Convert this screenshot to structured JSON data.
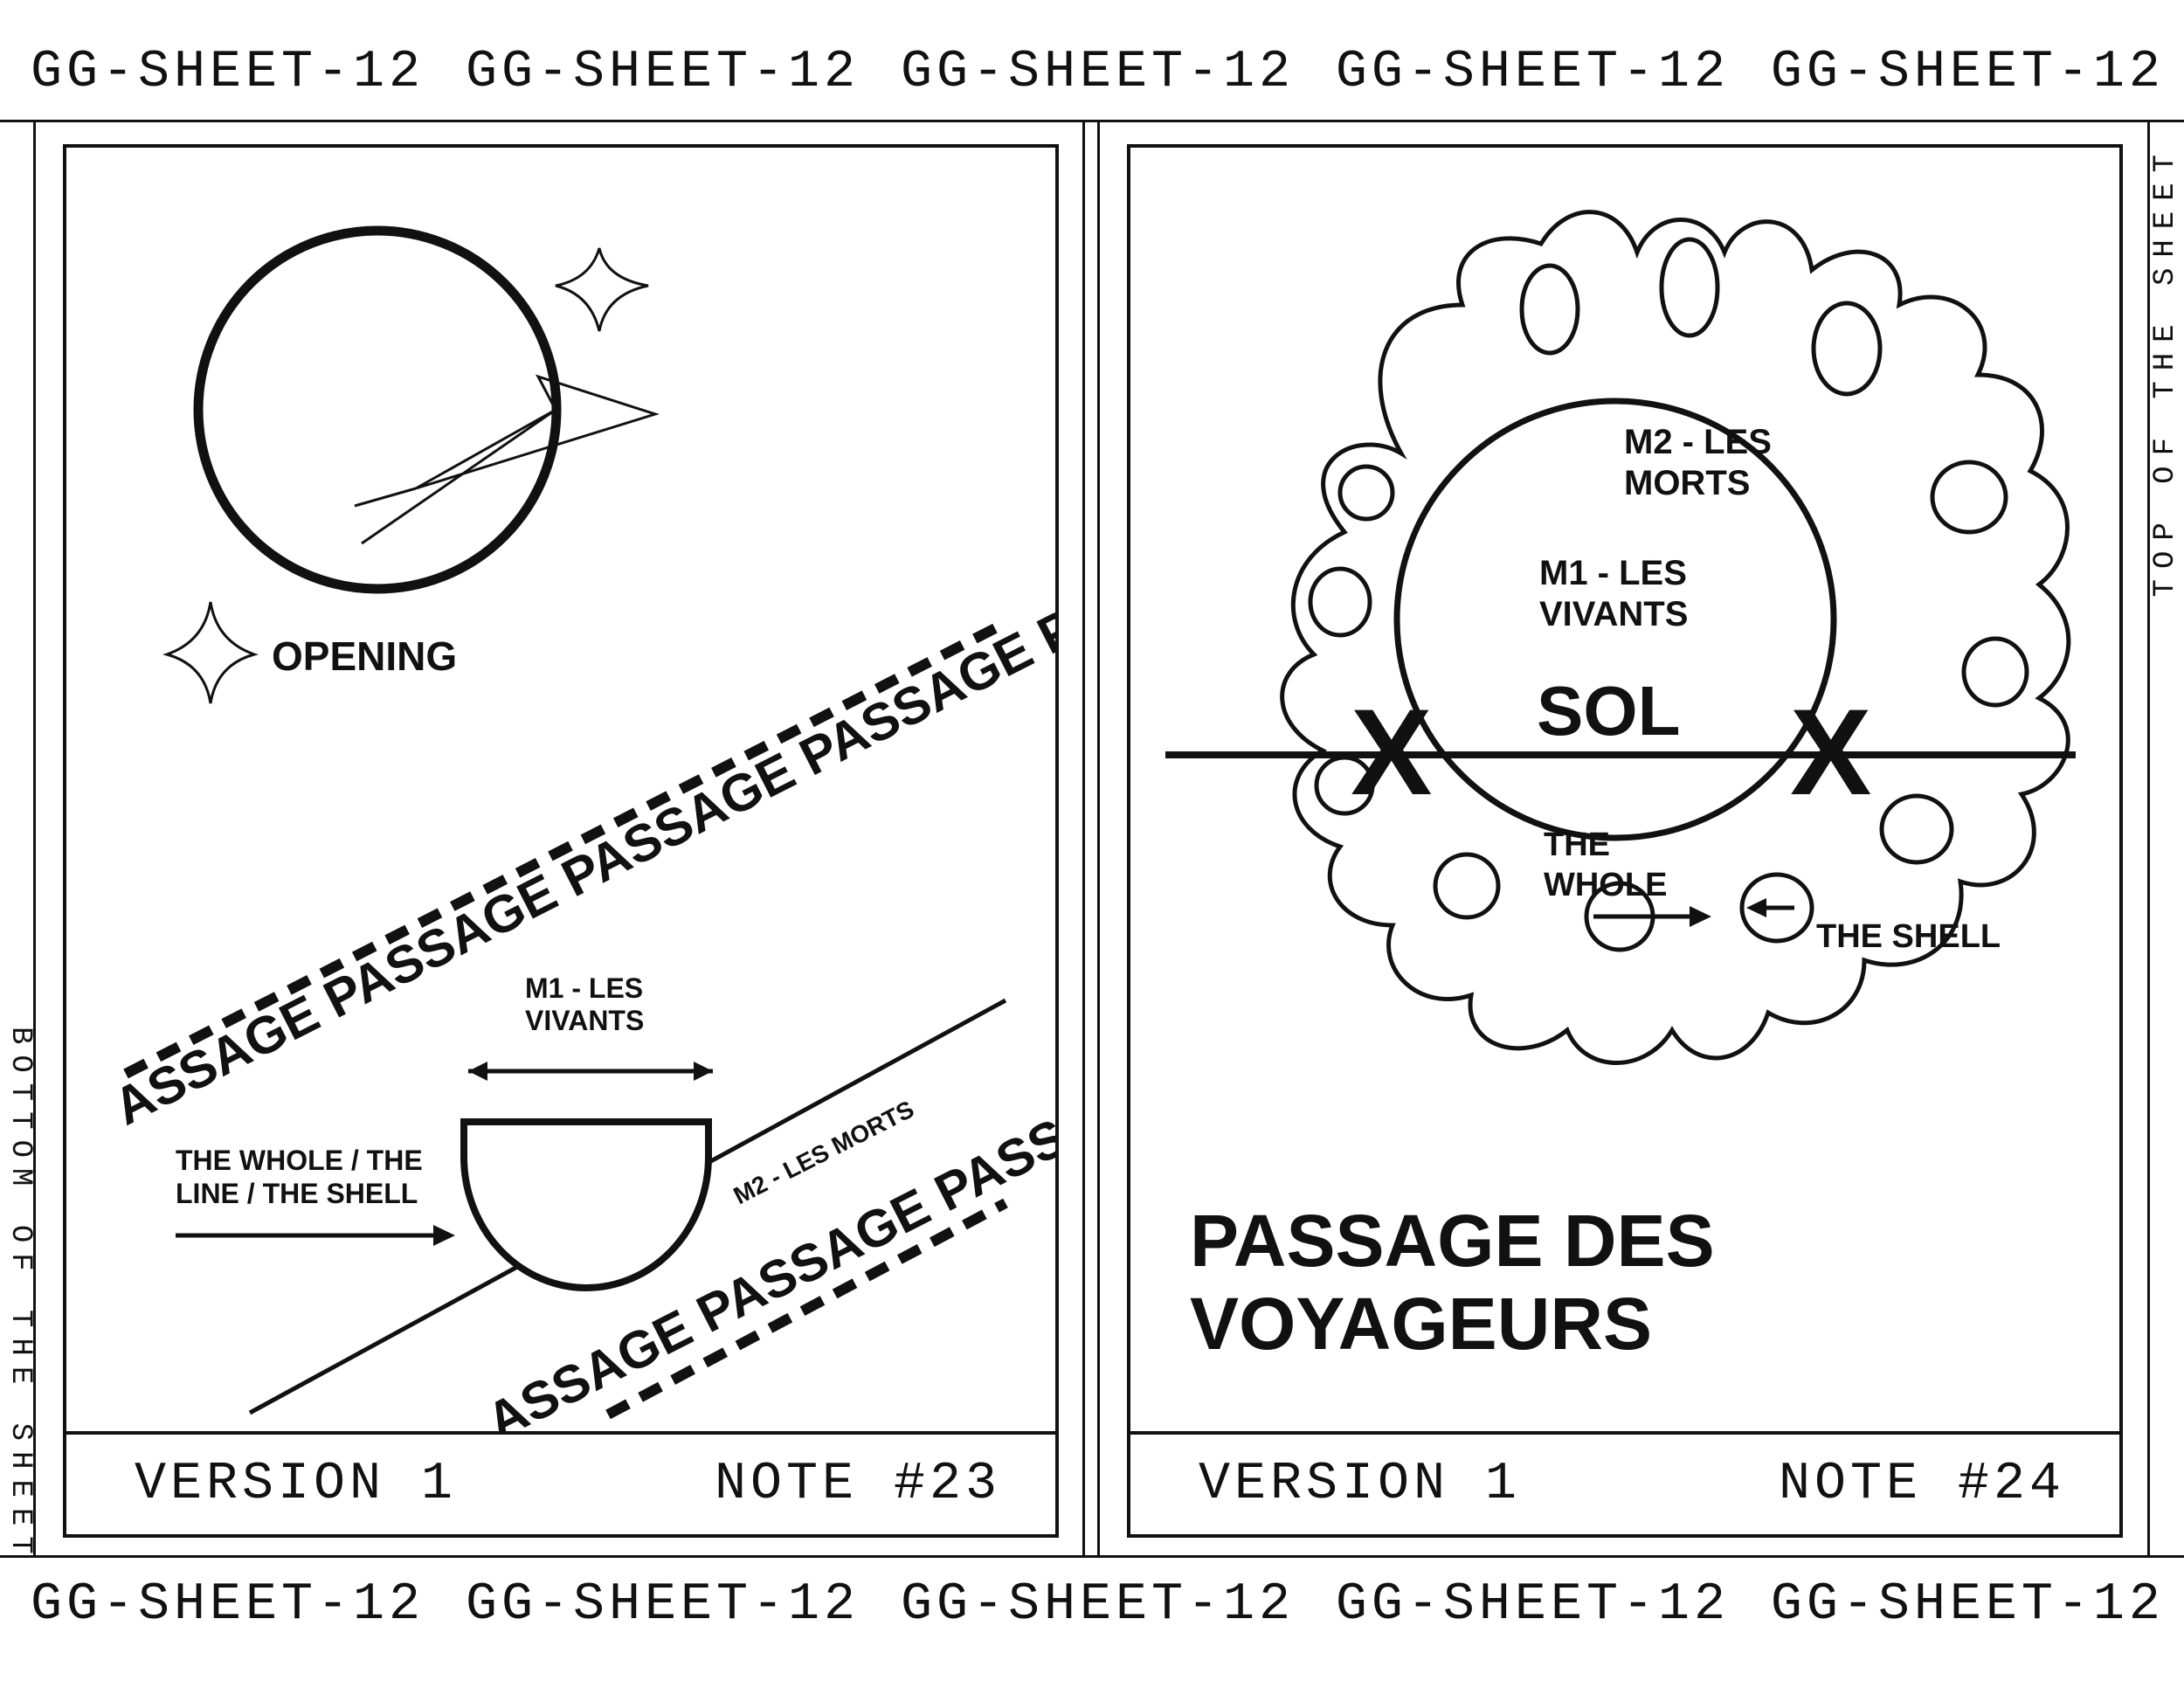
{
  "sheet": {
    "header_repeats": [
      "GG-SHEET-12",
      "GG-SHEET-12",
      "GG-SHEET-12",
      "GG-SHEET-12",
      "GG-SHEET-12"
    ],
    "footer_repeats": [
      "GG-SHEET-12",
      "GG-SHEET-12",
      "GG-SHEET-12",
      "GG-SHEET-12",
      "GG-SHEET-12"
    ],
    "left_edge": "BOTTOM OF THE SHEET",
    "right_edge": "TOP OF THE SHEET"
  },
  "left_panel": {
    "opening_label": "OPENING",
    "passage_band_upper": "ASSAGE PASSAGE PASSAGE PASSAGE PASSA",
    "passage_band_lower": "ASSAGE PASSAGE PASSA",
    "m1_label_line1": "M1 - LES",
    "m1_label_line2": "VIVANTS",
    "whole_label_line1": "THE WHOLE / THE",
    "whole_label_line2": "LINE / THE SHELL",
    "m2_label": "M2 - LES MORTS",
    "version": "VERSION 1",
    "note": "NOTE #23"
  },
  "right_panel": {
    "m2_label_line1": "M2 - LES",
    "m2_label_line2": "MORTS",
    "m1_label_line1": "M1 - LES",
    "m1_label_line2": "VIVANTS",
    "sol_label": "SOL",
    "cross_mark": "X",
    "whole_label_line1": "THE",
    "whole_label_line2": "WHOLE",
    "shell_label": "THE SHELL",
    "title_line1": "PASSAGE DES",
    "title_line2": "VOYAGEURS",
    "version": "VERSION 1",
    "note": "NOTE #24"
  }
}
